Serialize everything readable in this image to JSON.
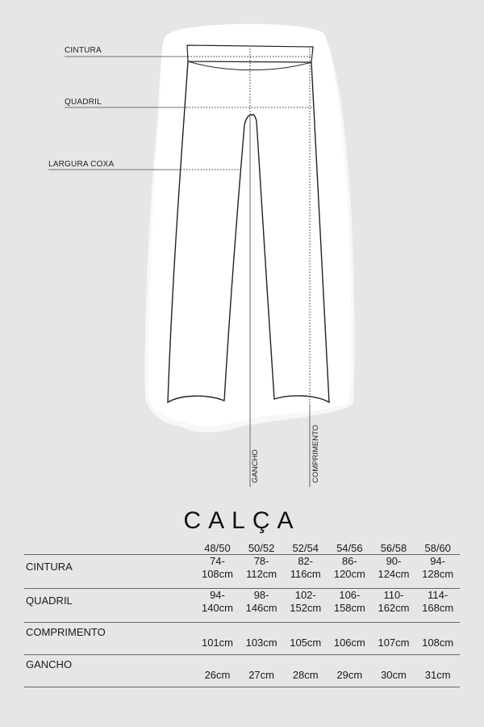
{
  "diagram": {
    "labels": {
      "waist": "CINTURA",
      "hip": "QUADRIL",
      "thigh": "LARGURA COXA",
      "rise": "GANCHO",
      "length": "COMPRIMENTO"
    }
  },
  "title": "CALÇA",
  "table": {
    "sizes": [
      "48/50",
      "50/52",
      "52/54",
      "54/56",
      "56/58",
      "58/60"
    ],
    "rows": [
      {
        "label": "CINTURA",
        "values": [
          [
            "74-",
            "108cm"
          ],
          [
            "78-",
            "112cm"
          ],
          [
            "82-",
            "116cm"
          ],
          [
            "86-",
            "120cm"
          ],
          [
            "90-",
            "124cm"
          ],
          [
            "94-",
            "128cm"
          ]
        ]
      },
      {
        "label": "QUADRIL",
        "values": [
          [
            "94-",
            "140cm"
          ],
          [
            "98-",
            "146cm"
          ],
          [
            "102-",
            "152cm"
          ],
          [
            "106-",
            "158cm"
          ],
          [
            "110-",
            "162cm"
          ],
          [
            "114-",
            "168cm"
          ]
        ]
      },
      {
        "label": "COMPRIMENTO",
        "values": [
          [
            "101cm"
          ],
          [
            "103cm"
          ],
          [
            "105cm"
          ],
          [
            "106cm"
          ],
          [
            "107cm"
          ],
          [
            "108cm"
          ]
        ]
      },
      {
        "label": "GANCHO",
        "values": [
          [
            "26cm"
          ],
          [
            "27cm"
          ],
          [
            "28cm"
          ],
          [
            "29cm"
          ],
          [
            "30cm"
          ],
          [
            "31cm"
          ]
        ]
      }
    ]
  }
}
